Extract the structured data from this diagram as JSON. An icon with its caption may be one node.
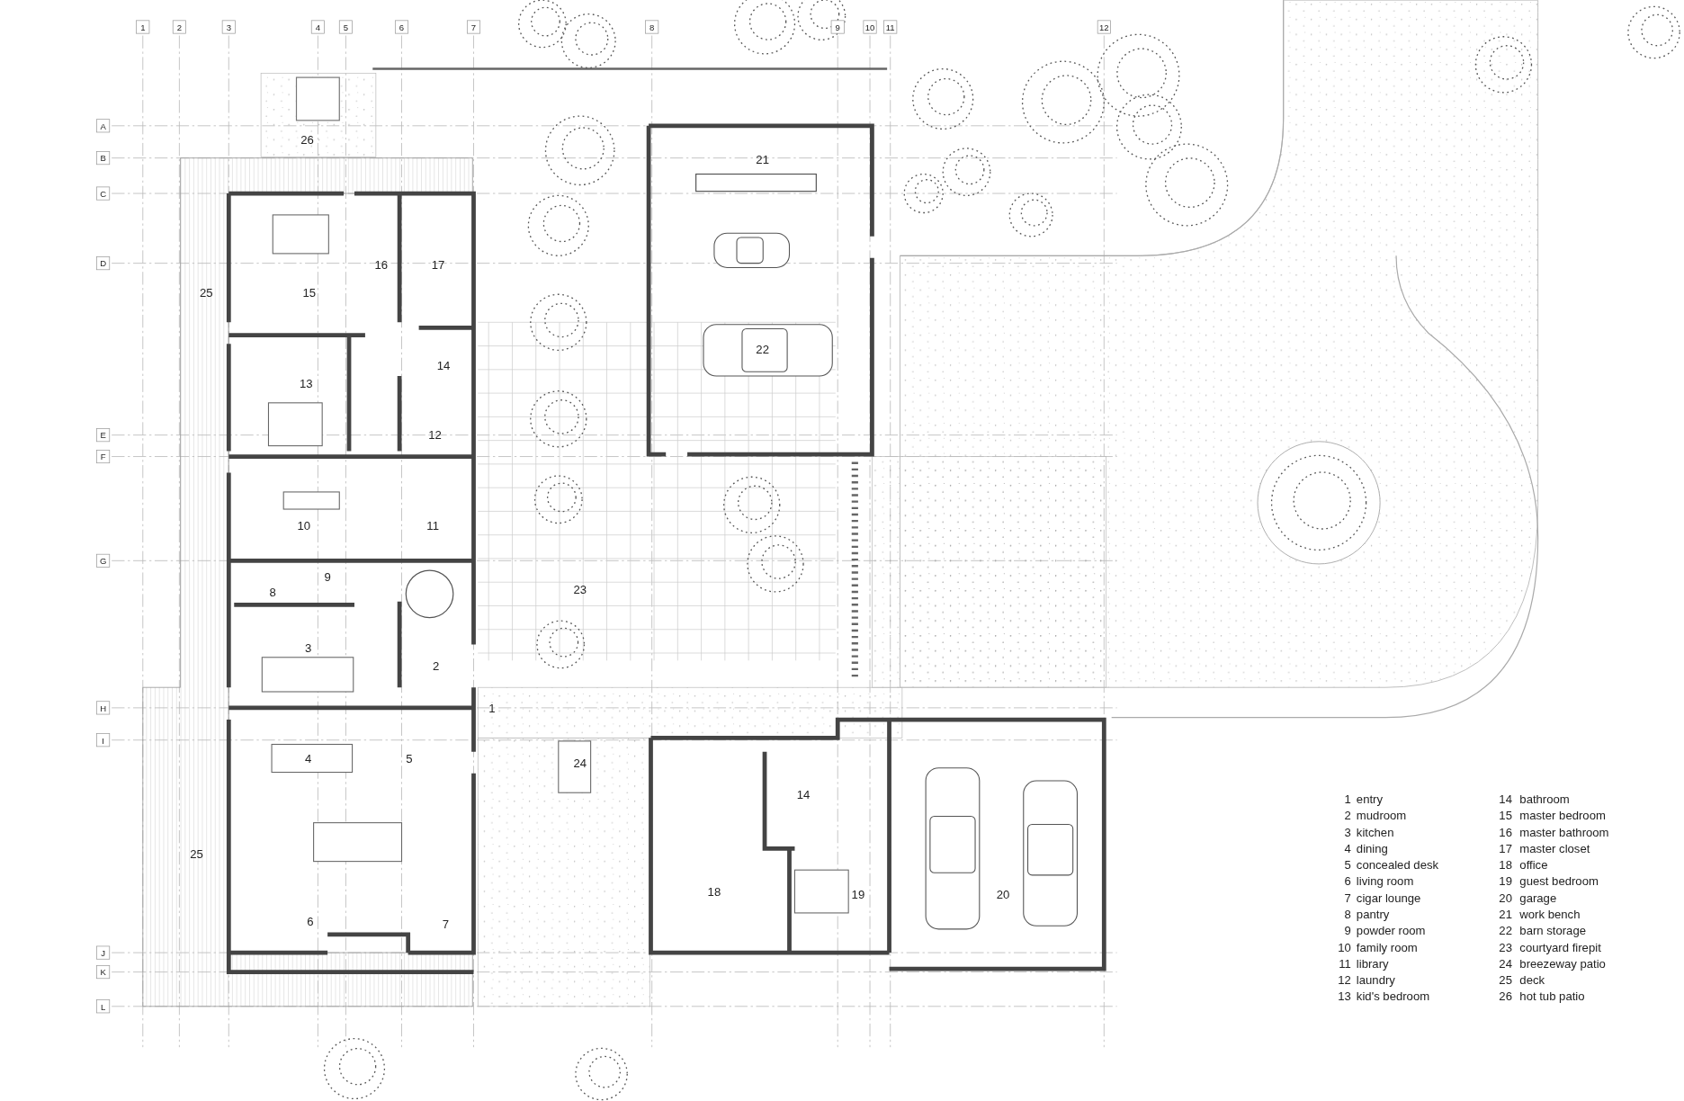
{
  "diagram": {
    "labels": [
      "1",
      "2",
      "3",
      "4",
      "5",
      "6",
      "7",
      "8",
      "9",
      "10",
      "11",
      "12",
      "A",
      "B",
      "C",
      "D",
      "E",
      "F",
      "G",
      "H",
      "I",
      "J",
      "K",
      "L",
      "26",
      "21",
      "16",
      "17",
      "25",
      "15",
      "22",
      "14",
      "13",
      "12",
      "10",
      "11",
      "9",
      "8",
      "23",
      "3",
      "2",
      "1",
      "4",
      "5",
      "24",
      "14",
      "25",
      "18",
      "19",
      "20",
      "6",
      "7",
      "1",
      "entry",
      "2",
      "mudroom",
      "3",
      "kitchen",
      "4",
      "dining",
      "5",
      "concealed desk",
      "6",
      "living room",
      "7",
      "cigar lounge",
      "8",
      "pantry",
      "9",
      "powder room",
      "10",
      "family room",
      "11",
      "library",
      "12",
      "laundry",
      "13",
      "kid's bedroom",
      "14",
      "bathroom",
      "15",
      "master bedroom",
      "16",
      "master bathroom",
      "17",
      "master closet",
      "18",
      "office",
      "19",
      "guest bedroom",
      "20",
      "garage",
      "21",
      "work bench",
      "22",
      "barn storage",
      "23",
      "courtyard firepit",
      "24",
      "breezeway patio",
      "25",
      "deck",
      "26",
      "hot tub patio"
    ]
  }
}
